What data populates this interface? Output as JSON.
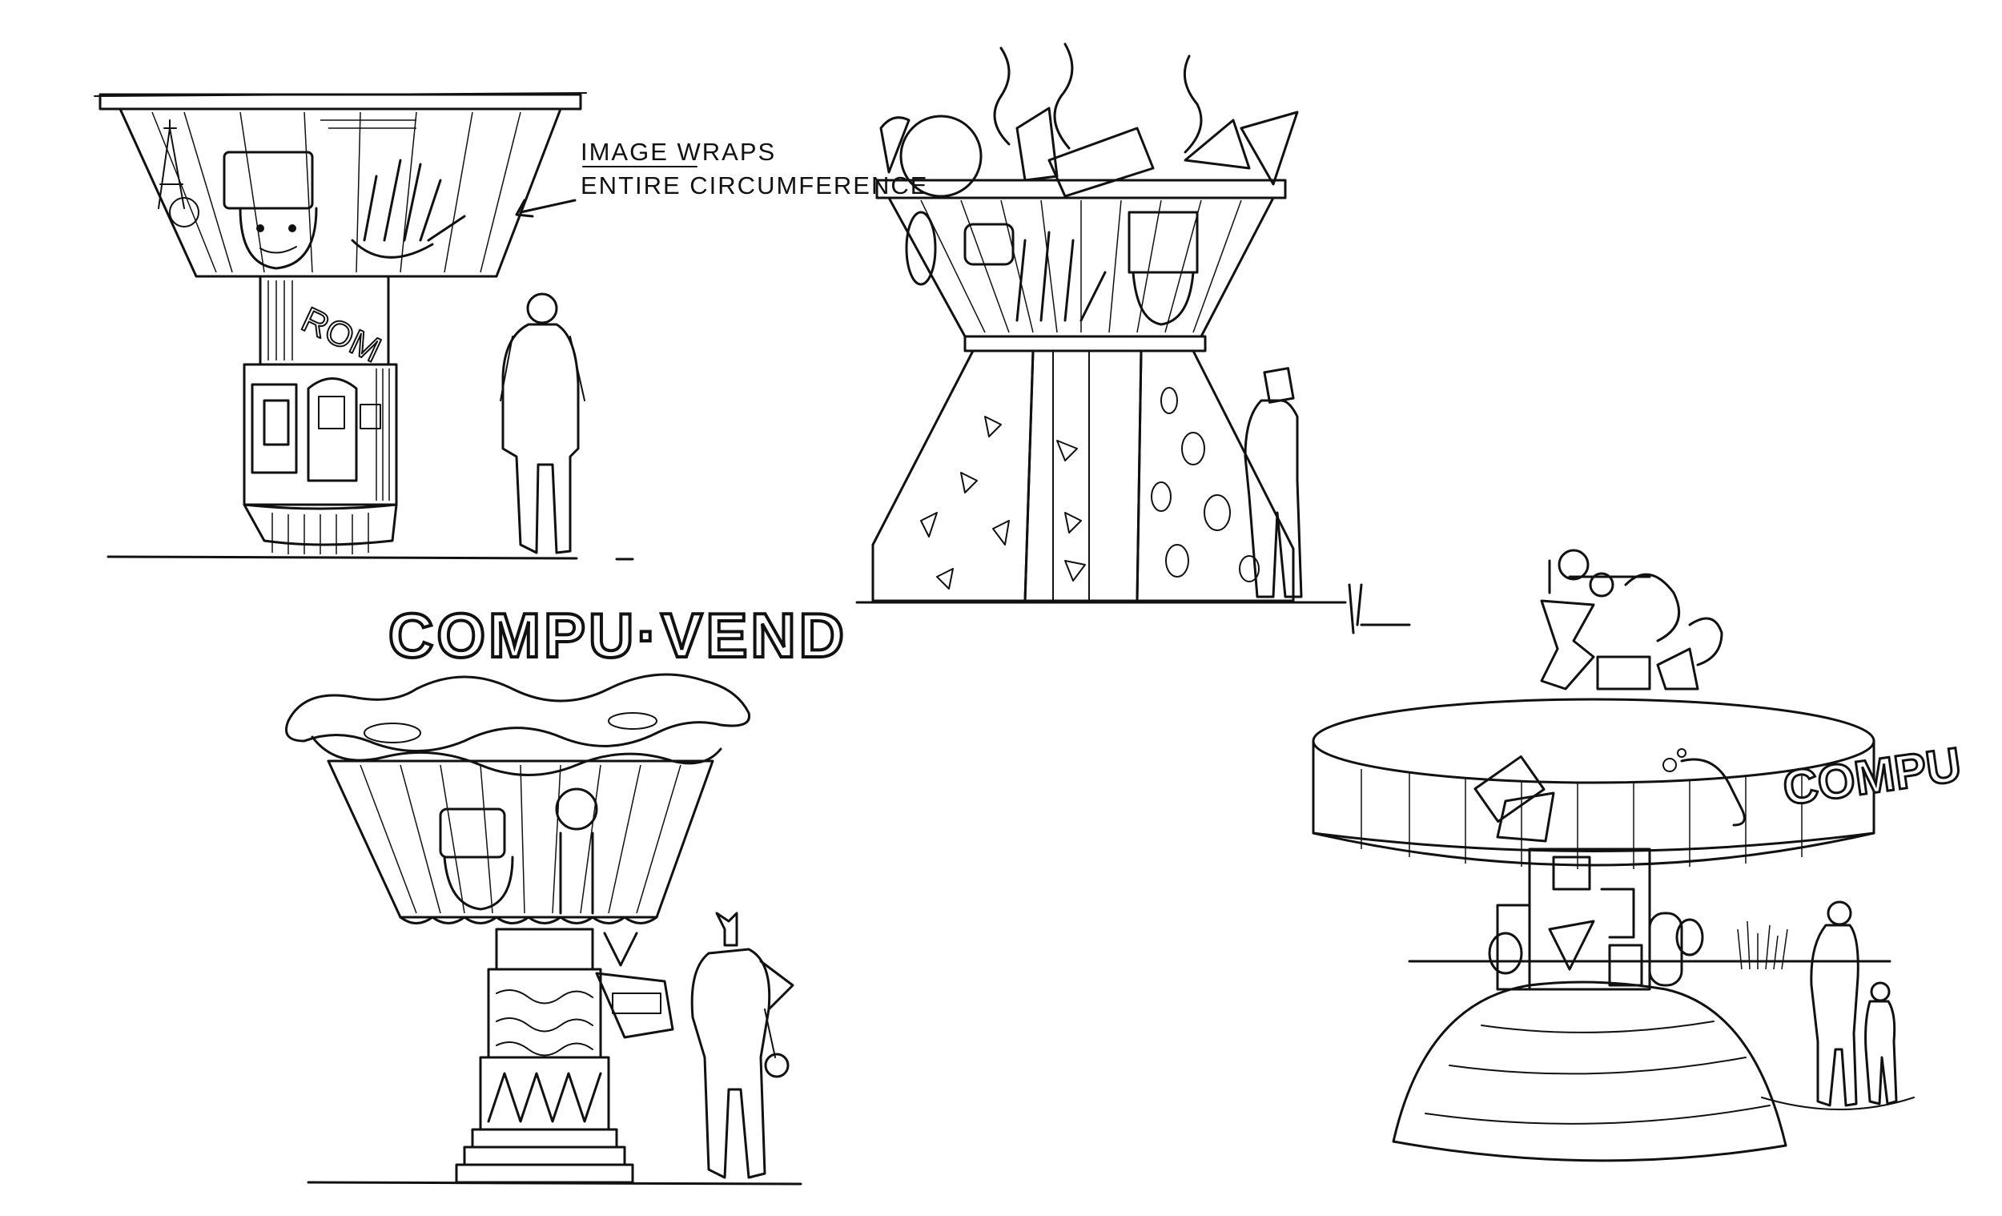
{
  "annotations": {
    "note_line1": "IMAGE WRAPS",
    "note_line2": "ENTIRE CIRCUMFERENCE"
  },
  "sketches": {
    "sign_text": "COMPU·VEND",
    "band_text": "COMPU"
  },
  "colors": {
    "ink": "#111111",
    "paper": "#ffffff"
  }
}
